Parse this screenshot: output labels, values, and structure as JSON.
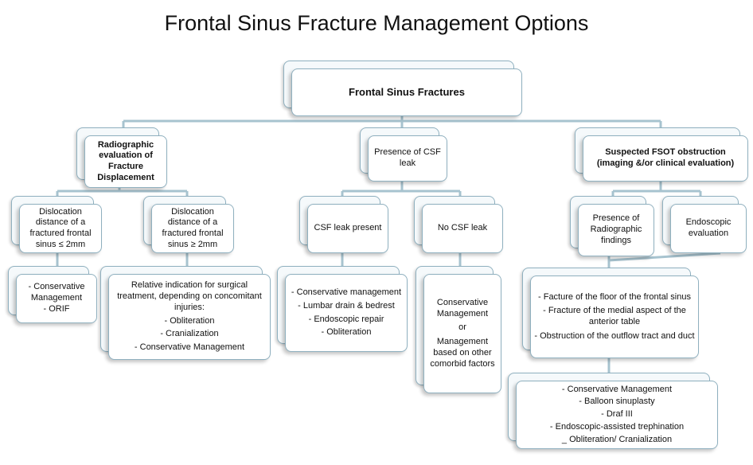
{
  "title": "Frontal Sinus Fracture Management Options",
  "root": "Frontal Sinus Fractures",
  "radiographic": {
    "label": "Radiographic evaluation of Fracture Displacement",
    "left": {
      "label": "Dislocation distance of a fractured frontal sinus ≤ 2mm",
      "options": [
        "- Conservative Management",
        "- ORIF"
      ]
    },
    "right": {
      "label": "Dislocation distance of a fractured frontal sinus ≥ 2mm",
      "options": [
        "Relative indication for surgical treatment, depending on concomitant injuries:",
        "- Obliteration",
        "- Cranialization",
        "- Conservative Management"
      ]
    }
  },
  "csf": {
    "label": "Presence of CSF leak",
    "present": {
      "label": "CSF leak present",
      "options": [
        "- Conservative management",
        "- Lumbar drain & bedrest",
        "- Endoscopic repair",
        "- Obliteration"
      ]
    },
    "absent": {
      "label": "No CSF leak",
      "options": [
        "Conservative Management",
        "or",
        "Management based on other comorbid factors"
      ]
    }
  },
  "fsot": {
    "label": "Suspected FSOT obstruction (imaging &/or clinical evaluation)",
    "radiographic": "Presence of Radiographic findings",
    "endoscopic": "Endoscopic evaluation",
    "findings": [
      "- Facture of the floor of the frontal sinus",
      "- Fracture of the medial aspect of the anterior table",
      "- Obstruction of the outflow tract and duct"
    ],
    "management": [
      "- Conservative Management",
      "- Balloon sinuplasty",
      "- Draf III",
      "- Endoscopic-assisted trephination",
      "_ Obliteration/ Cranialization"
    ]
  }
}
